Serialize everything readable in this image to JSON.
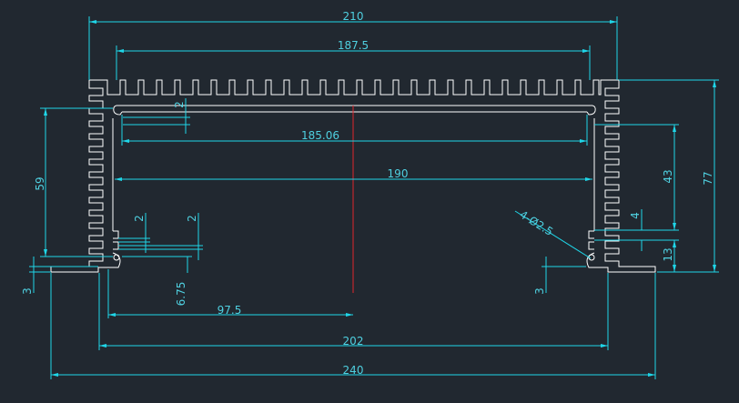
{
  "colors": {
    "background": "#212830",
    "profile": "#ffffff",
    "dimension": "#1fd6e8",
    "centerline": "#e0262d"
  },
  "dimensions": {
    "total_top": "210",
    "inner_top": "187.5",
    "inner_width": "185.06",
    "mid_width": "190",
    "center_offset": "97.5",
    "base_inner": "202",
    "base_total": "240",
    "height_total": "77",
    "height_left": "59",
    "height_right": "43",
    "rib_top": "2",
    "slot_a": "2",
    "slot_b": "2",
    "slot_pitch": "4",
    "foot_height": "13",
    "flange_left": "3",
    "flange_right": "3",
    "base_offset": "6.75",
    "hole_callout": "4-Ø2.5"
  }
}
